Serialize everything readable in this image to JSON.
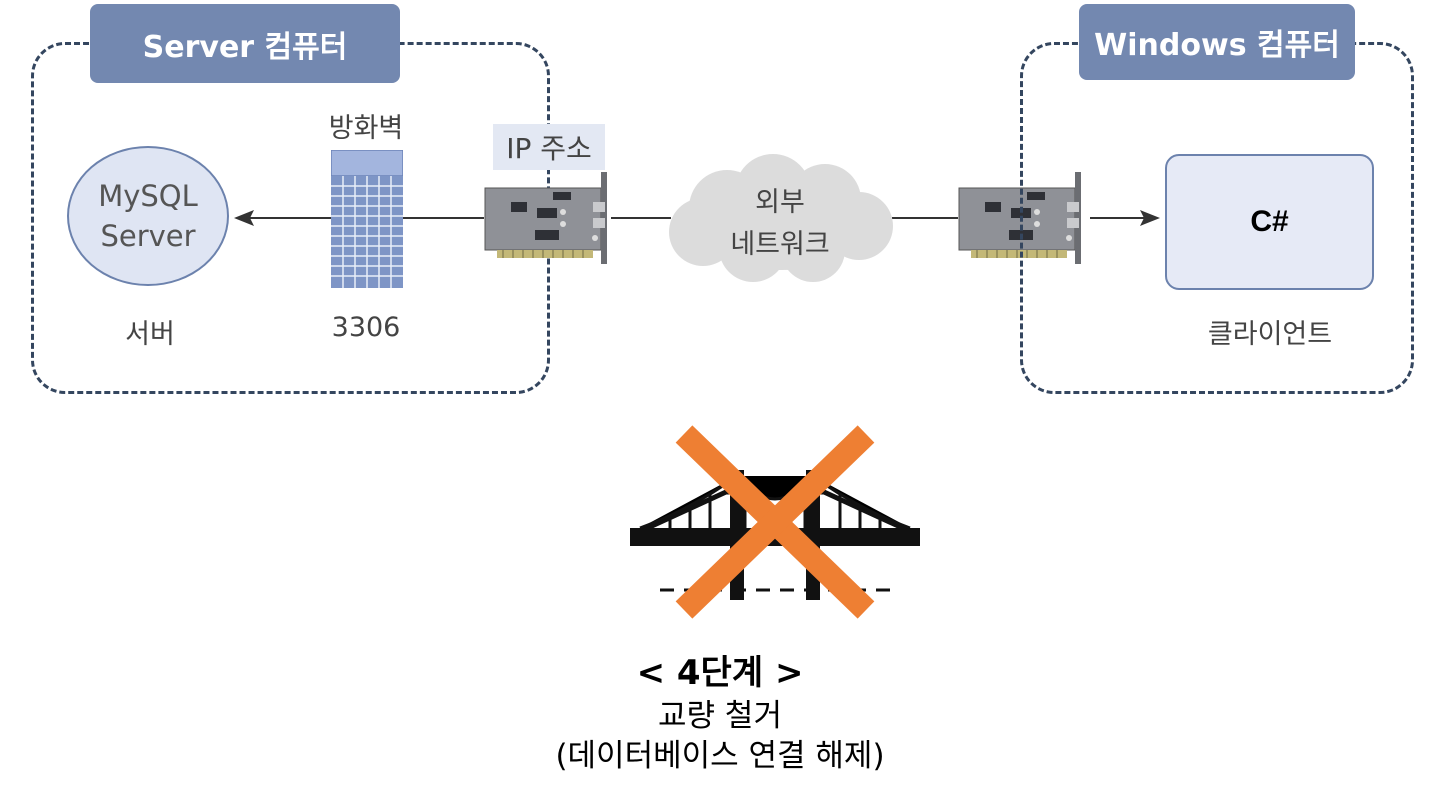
{
  "server_section": {
    "tab_label": "Server 컴퓨터",
    "mysql_line1": "MySQL",
    "mysql_line2": "Server",
    "server_label": "서버",
    "firewall_label": "방화벽",
    "port_label": "3306",
    "ip_label": "IP 주소"
  },
  "network": {
    "cloud_line1": "외부",
    "cloud_line2": "네트워크"
  },
  "client_section": {
    "tab_label": "Windows 컴퓨터",
    "client_app": "C#",
    "client_label": "클라이언트"
  },
  "step": {
    "title": "< 4단계 >",
    "subtitle1": "교량 철거",
    "subtitle2": "(데이터베이스 연결 해제)"
  },
  "colors": {
    "accent": "#7388b0",
    "dash_border": "#34465f",
    "cross": "#ee7f33",
    "firewall": "#7e95c6"
  },
  "icons": [
    "firewall-icon",
    "network-card-icon",
    "cloud-icon",
    "bridge-icon",
    "cross-icon"
  ]
}
